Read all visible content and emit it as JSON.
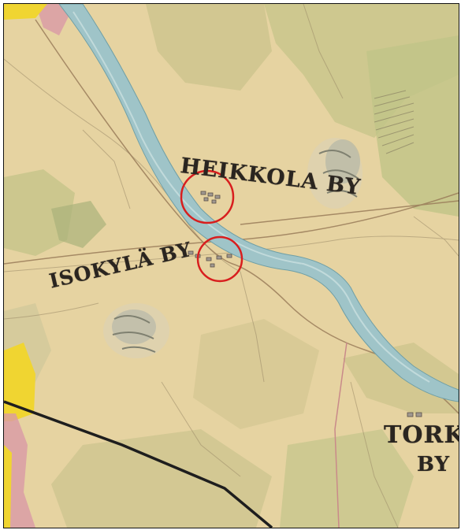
{
  "map": {
    "labels": {
      "heikkola": "HEIKKOLA BY",
      "isokyla": "ISOKYLÄ BY",
      "torkki_line1": "TORKI",
      "torkki_line2": "BY"
    },
    "colors": {
      "paper": "#e6d3a1",
      "field_green": "#c7c48a",
      "river": "#9fc4c8",
      "river_edge": "#6f9fa6",
      "marker": "#d81e1e",
      "border_yellow": "#f0d531",
      "border_pink": "#d99aa6",
      "ink": "#2a2520"
    },
    "markers": [
      "circle-marker-heikkola",
      "circle-marker-river-crossing"
    ]
  }
}
